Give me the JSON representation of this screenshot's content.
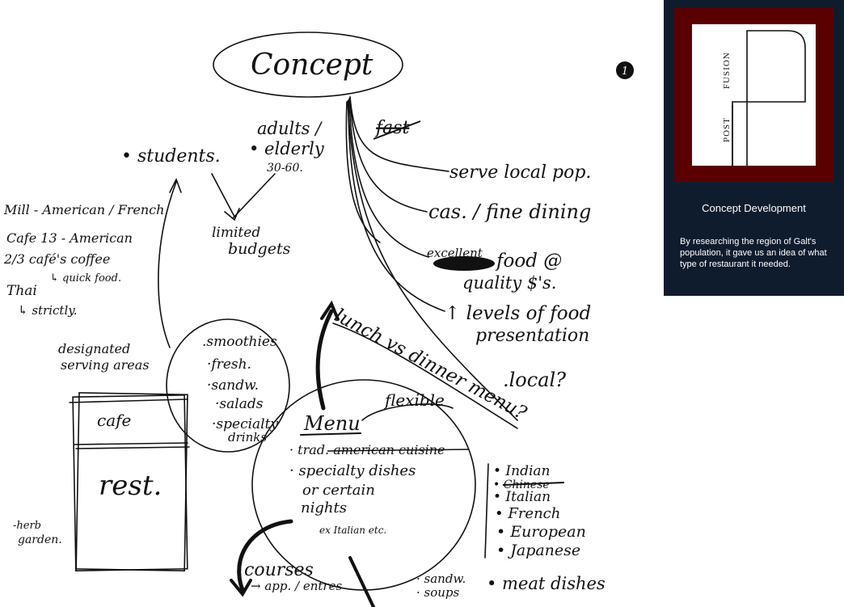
{
  "sidebar": {
    "logo_top_word": "FUSION",
    "logo_bottom_word": "POST",
    "title": "Concept Development",
    "description": "By researching the region of Galt's population, it gave us an idea of what type of restaurant it needed."
  },
  "sketch": {
    "concept": "Concept",
    "page_number": "1",
    "students": "• students.",
    "adults": "adults /",
    "elderly": "• elderly",
    "age_range": "30-60.",
    "limited": "limited",
    "budgets": "budgets",
    "fast": "fast",
    "serve_local": "serve local pop.",
    "cas_fine": "cas. / fine dining",
    "excellent": "excellent",
    "food_at": "food @",
    "quality": "quality $'s.",
    "levels": "↑ levels of food",
    "presentation": "presentation",
    "mill": "Mill - American / French.",
    "cafe_line": "Cafe 13 - American",
    "cafes_coffee": "2/3 café's coffee",
    "quick_food": "↳ quick food.",
    "thai": "Thai",
    "strictly": "↳ strictly.",
    "designated": "designated",
    "serving_areas": "serving areas",
    "circle_items": [
      ".smoothies",
      "·fresh.",
      "·sandw.",
      "·salads",
      "·specialty",
      "drinks"
    ],
    "lunch_dinner": "lunch vs dinner menu?",
    "local": ".local?",
    "cafe_label": "cafe",
    "rest_label": "rest.",
    "menu": "Menu",
    "flexible": "flexible",
    "trad_american": "· trad. american cuisine",
    "specialty_dishes": "· specialty dishes",
    "or_certain": "or certain",
    "nights": "nights",
    "ex_italian": "ex Italian etc.",
    "cuisines": [
      "• Indian",
      "• Chinese",
      "• Italian",
      "• French",
      "• European",
      "• Japanese"
    ],
    "herb": "-herb",
    "garden": "garden.",
    "courses": "courses",
    "app_entrees": "→ app. / entres",
    "sandw": "· sandw.",
    "soups": "· soups",
    "meat_dishes": "• meat dishes"
  }
}
